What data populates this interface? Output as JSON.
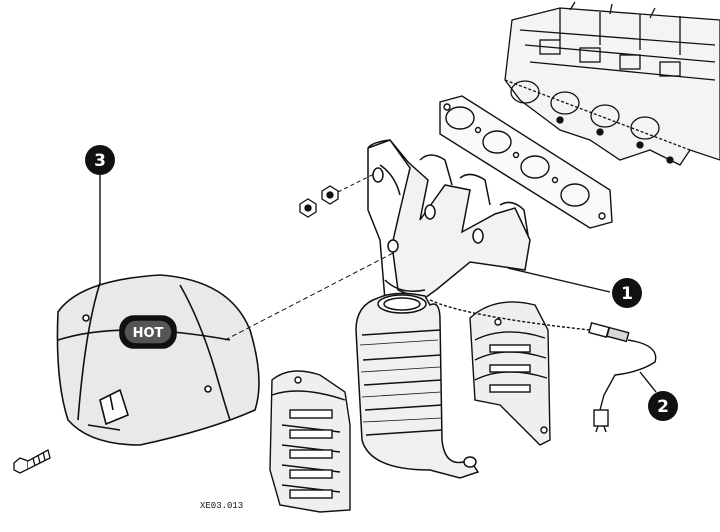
{
  "callouts": [
    {
      "id": "1",
      "label": "1"
    },
    {
      "id": "2",
      "label": "2"
    },
    {
      "id": "3",
      "label": "3"
    }
  ],
  "figure_code": "XE03.013",
  "shield_logo": "HOT",
  "colors": {
    "ink": "#111111",
    "shade": "#c9c9c9",
    "paper": "#ffffff"
  }
}
